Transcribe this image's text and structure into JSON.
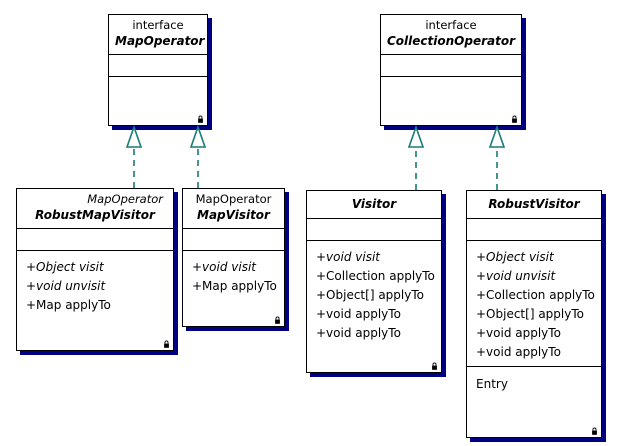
{
  "diagram": {
    "type": "uml-class-diagram",
    "background_color": "#ffffff",
    "box_border_color": "#000000",
    "box_shadow_color": "#000080",
    "connector_color": "#1a7a78",
    "connector_style": "dashed-realization-hollow-triangle"
  },
  "interfaces": [
    {
      "id": "map-operator",
      "stereotype": "interface",
      "name": "MapOperator",
      "attributes": [],
      "operations": [],
      "lock_icon": "lock-icon"
    },
    {
      "id": "collection-operator",
      "stereotype": "interface",
      "name": "CollectionOperator",
      "attributes": [],
      "operations": [],
      "lock_icon": "lock-icon"
    }
  ],
  "classes": [
    {
      "id": "robust-map-visitor",
      "stereotype": "MapOperator",
      "name": "RobustMapVisitor",
      "attributes": [],
      "operations": [
        {
          "text": "+Object visit",
          "italic": true
        },
        {
          "text": "+void unvisit",
          "italic": true
        },
        {
          "text": "+Map applyTo",
          "italic": false
        }
      ],
      "inner": [],
      "lock_icon": "lock-icon"
    },
    {
      "id": "map-visitor",
      "stereotype": "MapOperator",
      "name": "MapVisitor",
      "attributes": [],
      "operations": [
        {
          "text": "+void visit",
          "italic": true
        },
        {
          "text": "+Map applyTo",
          "italic": false
        }
      ],
      "inner": [],
      "lock_icon": "lock-icon"
    },
    {
      "id": "visitor",
      "stereotype": "",
      "name": "Visitor",
      "attributes": [],
      "operations": [
        {
          "text": "+void visit",
          "italic": true
        },
        {
          "text": "+Collection applyTo",
          "italic": false
        },
        {
          "text": "+Object[] applyTo",
          "italic": false
        },
        {
          "text": "+void applyTo",
          "italic": false
        },
        {
          "text": "+void applyTo",
          "italic": false
        }
      ],
      "inner": [],
      "lock_icon": "lock-icon"
    },
    {
      "id": "robust-visitor",
      "stereotype": "",
      "name": "RobustVisitor",
      "attributes": [],
      "operations": [
        {
          "text": "+Object visit",
          "italic": true
        },
        {
          "text": "+void unvisit",
          "italic": true
        },
        {
          "text": "+Collection applyTo",
          "italic": false
        },
        {
          "text": "+Object[] applyTo",
          "italic": false
        },
        {
          "text": "+void applyTo",
          "italic": false
        },
        {
          "text": "+void applyTo",
          "italic": false
        }
      ],
      "inner": [
        {
          "text": "Entry"
        }
      ],
      "lock_icon": "lock-icon"
    }
  ],
  "relationships": [
    {
      "from": "robust-map-visitor",
      "to": "map-operator",
      "kind": "realization"
    },
    {
      "from": "map-visitor",
      "to": "map-operator",
      "kind": "realization"
    },
    {
      "from": "visitor",
      "to": "collection-operator",
      "kind": "realization"
    },
    {
      "from": "robust-visitor",
      "to": "collection-operator",
      "kind": "realization"
    }
  ]
}
